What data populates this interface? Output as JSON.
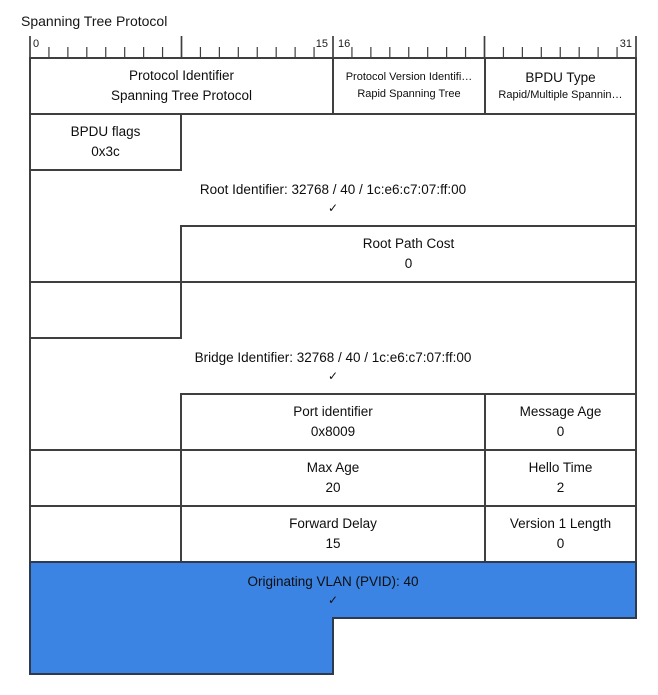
{
  "title": "Spanning Tree Protocol",
  "accent_color": "#3b84e3",
  "border_color": "#3f3f3f",
  "glyphs": {
    "checkmark": "✓"
  },
  "ruler": {
    "labels": [
      "0",
      "15",
      "16",
      "31"
    ]
  },
  "fields": [
    {
      "name": "protocol-identifier",
      "label": "Protocol Identifier",
      "value": "Spanning Tree Protocol"
    },
    {
      "name": "protocol-version-identifier",
      "label": "Protocol Version Identifi…",
      "value": "Rapid Spanning Tree"
    },
    {
      "name": "bpdu-type",
      "label": "BPDU Type",
      "value": "Rapid/Multiple Spannin…"
    },
    {
      "name": "bpdu-flags",
      "label": "BPDU flags",
      "value": "0x3c"
    },
    {
      "name": "root-identifier",
      "label": "Root Identifier: 32768 / 40 / 1c:e6:c7:07:ff:00",
      "checked": true
    },
    {
      "name": "root-path-cost",
      "label": "Root Path Cost",
      "value": "0"
    },
    {
      "name": "bridge-identifier",
      "label": "Bridge Identifier: 32768 / 40 / 1c:e6:c7:07:ff:00",
      "checked": true
    },
    {
      "name": "port-identifier",
      "label": "Port identifier",
      "value": "0x8009"
    },
    {
      "name": "message-age",
      "label": "Message Age",
      "value": "0"
    },
    {
      "name": "max-age",
      "label": "Max Age",
      "value": "20"
    },
    {
      "name": "hello-time",
      "label": "Hello Time",
      "value": "2"
    },
    {
      "name": "forward-delay",
      "label": "Forward Delay",
      "value": "15"
    },
    {
      "name": "version-1-length",
      "label": "Version 1 Length",
      "value": "0"
    },
    {
      "name": "originating-vlan",
      "label": "Originating VLAN (PVID): 40",
      "checked": true,
      "selected": true
    }
  ]
}
